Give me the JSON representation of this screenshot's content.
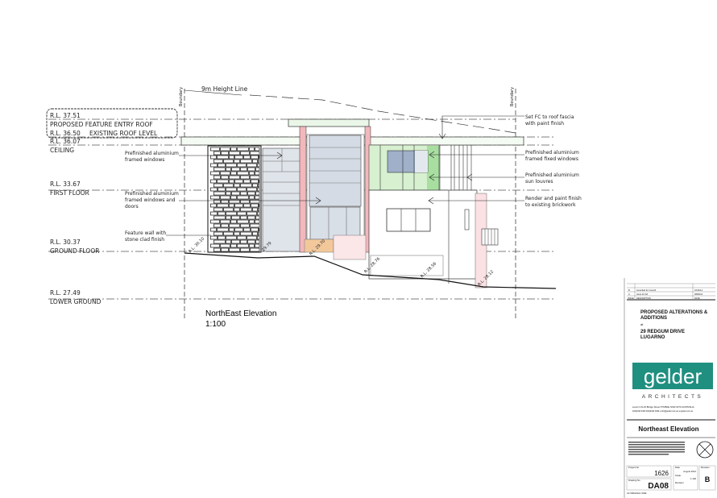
{
  "levels": [
    {
      "rl": "R.L. 37.51",
      "name": "PROPOSED FEATURE ENTRY ROOF"
    },
    {
      "rl": "R.L. 36.50",
      "name": "EXISTING ROOF LEVEL"
    },
    {
      "rl": "R.L. 36.07",
      "name": "CEILING"
    },
    {
      "rl": "R.L. 33.67",
      "name": "FIRST FLOOR"
    },
    {
      "rl": "R.L. 30.37",
      "name": "GROUND FLOOR"
    },
    {
      "rl": "R.L. 27.49",
      "name": "LOWER GROUND"
    }
  ],
  "height_line": "9m Height Line",
  "boundary": "Boundary",
  "spot_levels": [
    "R.L. 30.10",
    "29.79",
    "R.L. 29.70",
    "R.L. 28.76",
    "R.L. 28.56",
    "R.L. 28.12"
  ],
  "annotations_left": [
    [
      "Prefinished aluminium",
      "framed windows"
    ],
    [
      "Prefinished aluminium",
      "framed windows and",
      "doors"
    ],
    [
      "Feature wall with",
      "stone clad finish"
    ]
  ],
  "annotations_right": [
    [
      "Set FC to roof fascia",
      "with paint finish"
    ],
    [
      "Prefinished aluminium",
      "framed fixed windows"
    ],
    [
      "Prefinished aluminium",
      "sun louvres"
    ],
    [
      "Render and paint finish",
      "to existing brickwork"
    ]
  ],
  "drawing_title": "NorthEast Elevation",
  "drawing_scale": "1:100",
  "title_block": {
    "revisions": [
      {
        "rev": "B",
        "desc": "Amended for Council",
        "date": "10/11/14"
      },
      {
        "rev": "A",
        "desc": "Issue for DA",
        "date": "08/09/14"
      },
      {
        "rev": "ISSUE",
        "desc": "DESCRIPTION",
        "date": "DATE"
      }
    ],
    "project_line1": "PROPOSED ALTERATIONS &",
    "project_line2": "ADDITIONS",
    "at": "at",
    "address_line1": "29 REDGUM DRIVE",
    "address_line2": "LUGARNO",
    "logo_word": "gelder",
    "logo_sub": "ARCHITECTS",
    "firm_address": "Level 2 19-23 Bridge Street PYMBLE NSW 2073 AUSTRALIA",
    "firm_contact": "t(02)9440 2400 f(02)9440 2499 e:info@gelder.com.au w:gelder.com.au",
    "sheet_title": "Northeast Elevation",
    "project_no_label": "Project No",
    "project_no": "1626",
    "drawing_no_label": "Drawing No",
    "drawing_no": "DA08",
    "date_label": "Date",
    "date": "August 2014",
    "scale_label": "Scale",
    "scale": "1:100",
    "revision_label": "Revision",
    "revision": "B",
    "sheet_size": "A3 ORIGINAL SIZE",
    "colors": {
      "logo": "#1f8f80"
    }
  }
}
